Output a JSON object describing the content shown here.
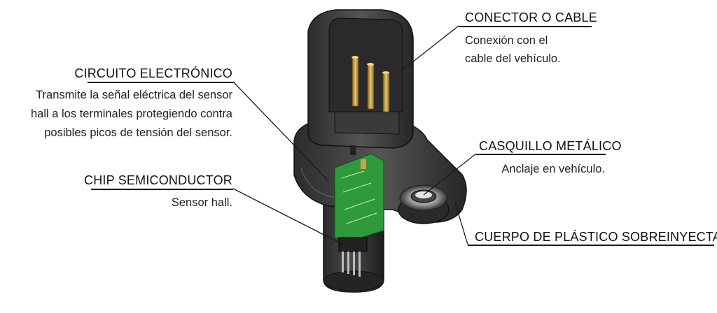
{
  "callouts": {
    "connector": {
      "title": "CONECTOR O CABLE",
      "desc_line1": "Conexión con el",
      "desc_line2": "cable del vehículo."
    },
    "circuit": {
      "title": "CIRCUITO ELECTRÓNICO",
      "desc_line1": "Transmite la señal eléctrica del sensor",
      "desc_line2": "hall a los terminales protegiendo contra",
      "desc_line3": "posibles picos de tensión del sensor."
    },
    "bushing": {
      "title": "CASQUILLO METÁLICO",
      "desc_line1": "Anclaje en vehículo."
    },
    "chip": {
      "title": "CHIP SEMICONDUCTOR",
      "desc_line1": "Sensor hall."
    },
    "body": {
      "title": "CUERPO DE PLÁSTICO SOBREINYECTADO"
    }
  },
  "colors": {
    "plastic": "#3a3a3a",
    "plastic_dark": "#1f1f1f",
    "pcb": "#2e9a3a",
    "gold": "#c9a24a",
    "line": "#1a1a1a"
  }
}
